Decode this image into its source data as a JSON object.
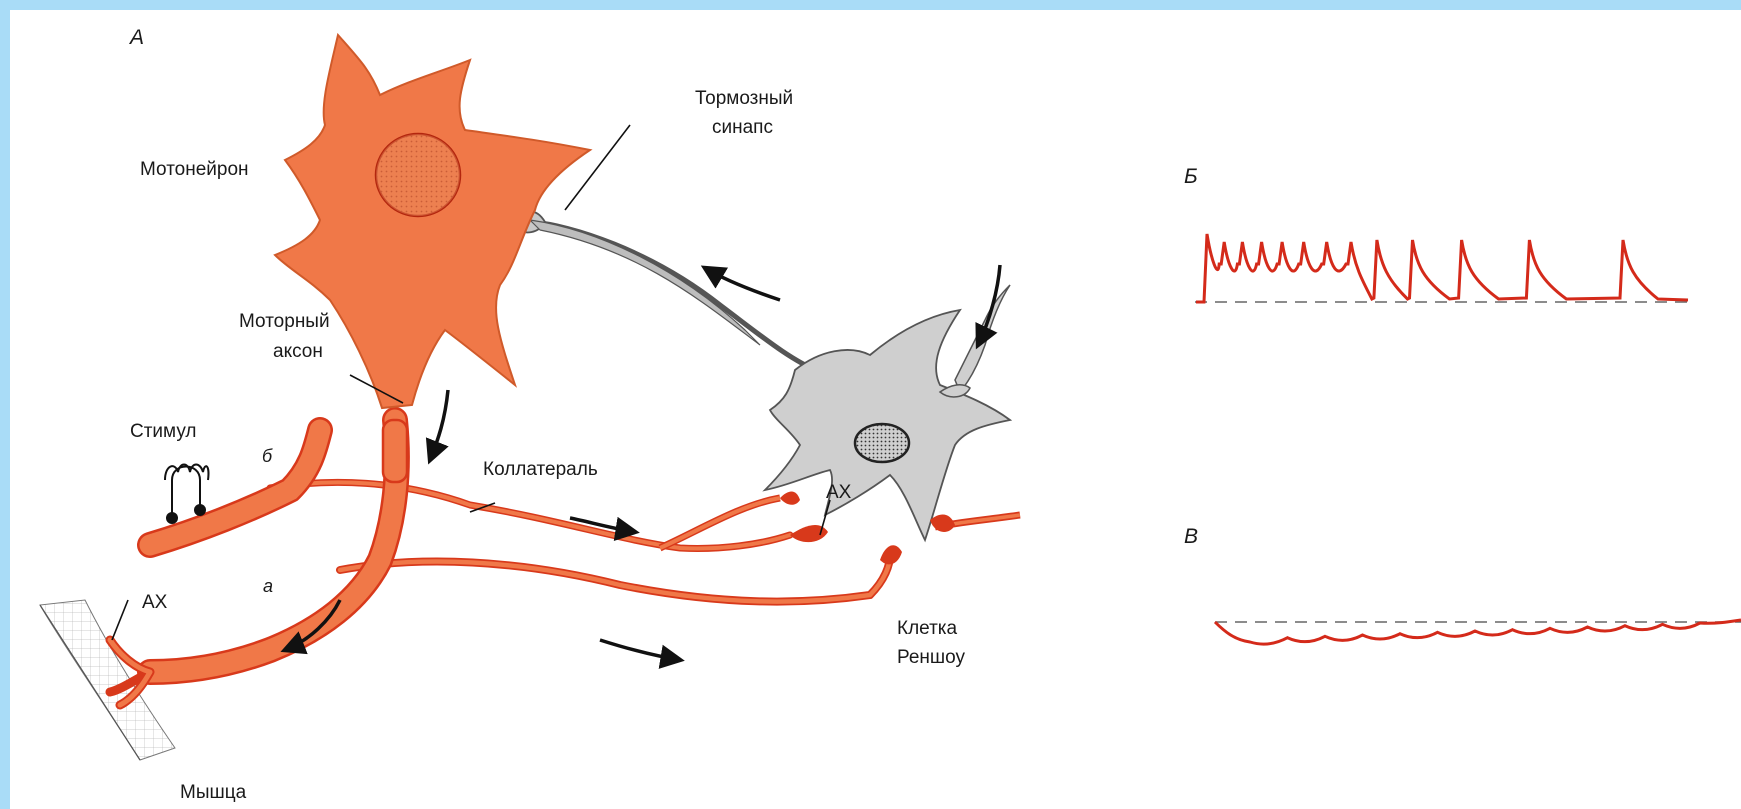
{
  "panels": {
    "a": {
      "letter": "А"
    },
    "b": {
      "letter": "Б"
    },
    "v": {
      "letter": "В"
    }
  },
  "labels": {
    "motoneuron": "Мотонейрон",
    "inhibitory_synapse_1": "Тормозный",
    "inhibitory_synapse_2": "синапс",
    "motor_axon_1": "Моторный",
    "motor_axon_2": "аксон",
    "stimulus": "Стимул",
    "branch_b": "б",
    "branch_a": "а",
    "collateral": "Коллатераль",
    "ach_left": "АХ",
    "ach_right": "АХ",
    "renshaw_1": "Клетка",
    "renshaw_2": "Реншоу",
    "muscle": "Мышца"
  },
  "colors": {
    "frame": "#a9dcf7",
    "neuron_fill": "#f07848",
    "neuron_stroke": "#c93a16",
    "axon_red": "#d8391b",
    "renshaw_fill": "#cfcfcf",
    "trace_red": "#d42a1a",
    "nucleus_fill": "#e9895b"
  },
  "traces": {
    "b": {
      "type": "spike-train",
      "spike_count": 13
    },
    "v": {
      "type": "hyperpolarization-ripples",
      "ripple_count": 12
    }
  }
}
